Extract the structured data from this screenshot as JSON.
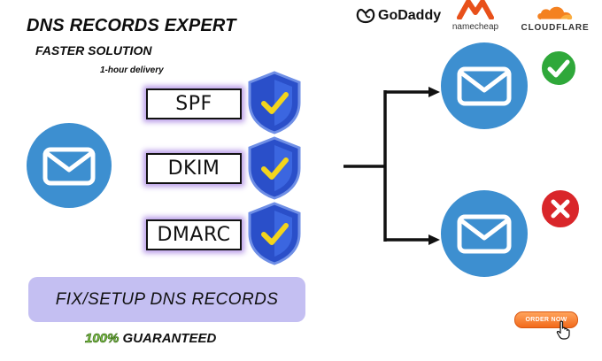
{
  "header": {
    "title": "DNS RECORDS EXPERT",
    "subtitle": "FASTER SOLUTION",
    "delivery": "1-hour delivery"
  },
  "records": [
    {
      "label": "SPF"
    },
    {
      "label": "DKIM"
    },
    {
      "label": "DMARC"
    }
  ],
  "banner": {
    "label": "FIX/SETUP DNS RECORDS"
  },
  "guarantee": {
    "percent": "100%",
    "label": "GUARANTEED"
  },
  "logos": {
    "godaddy": "GoDaddy",
    "namecheap": "namecheap",
    "cloudflare": "CLOUDFLARE"
  },
  "order_button": {
    "label": "ORDER NOW"
  },
  "colors": {
    "envelope_blue": "#3d8fd0",
    "shield_blue": "#2a4fc9",
    "check_yellow": "#f3d51c",
    "success_green": "#2fa83a",
    "error_red": "#d9262a",
    "banner_lavender": "#c4bff2",
    "order_orange": "#f26a1b"
  },
  "icons": [
    "mail-circle-icon",
    "shield-check-icon",
    "check-circle-icon",
    "x-circle-icon",
    "pointer-cursor-icon"
  ]
}
